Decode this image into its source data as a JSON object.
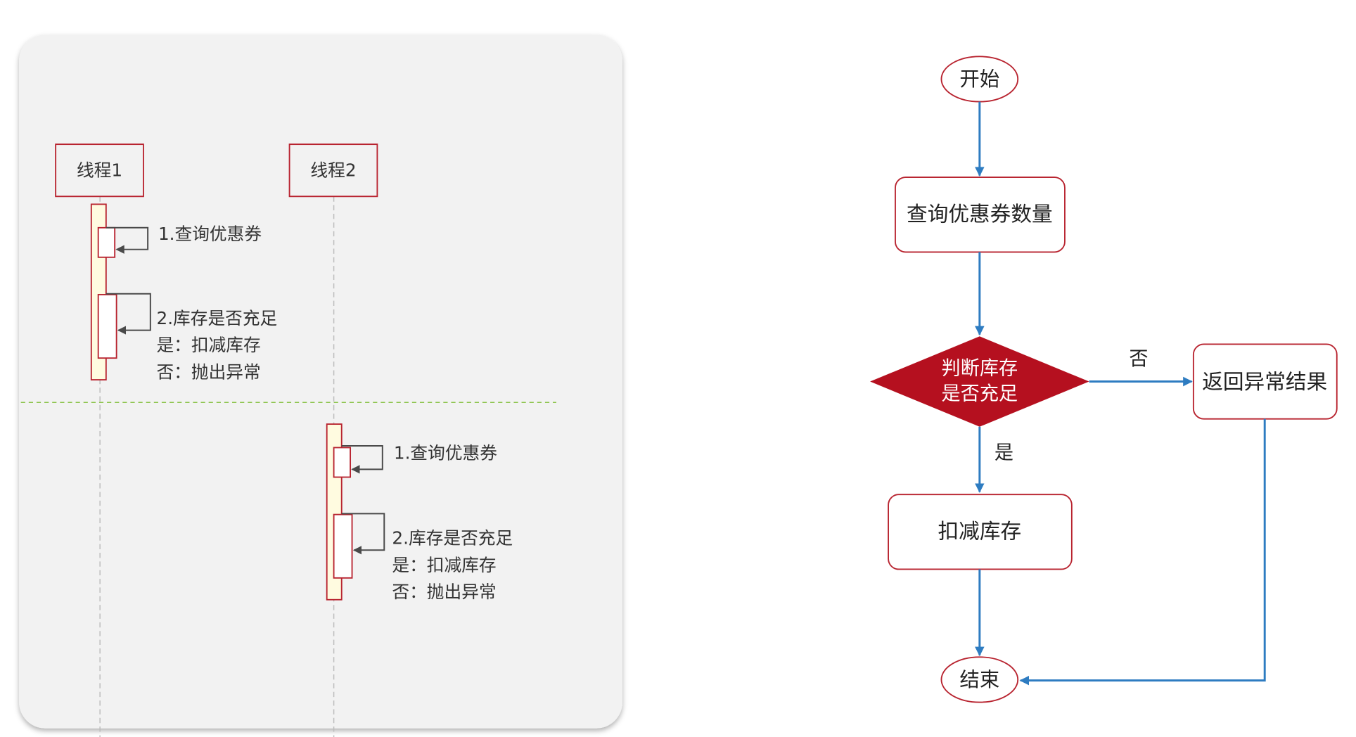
{
  "colors": {
    "accent_red": "#b8232f",
    "decision_fill": "#b5101f",
    "flow_blue": "#2e7cc1",
    "activation_fill": "#fffbe0",
    "divider_green": "#8bc34a",
    "panel_bg": "#f2f2f2"
  },
  "sequence": {
    "lanes": [
      {
        "thread": "线程1",
        "query_step": "1.查询优惠券",
        "check_step": "2.库存是否充足",
        "check_yes": "是：扣减库存",
        "check_no": "否：抛出异常"
      },
      {
        "thread": "线程2",
        "query_step": "1.查询优惠券",
        "check_step": "2.库存是否充足",
        "check_yes": "是：扣减库存",
        "check_no": "否：抛出异常"
      }
    ]
  },
  "flowchart": {
    "start": "开始",
    "query": "查询优惠券数量",
    "decision_line1": "判断库存",
    "decision_line2": "是否充足",
    "no_branch_label": "否",
    "yes_branch_label": "是",
    "error_result": "返回异常结果",
    "deduct": "扣减库存",
    "end": "结束"
  }
}
